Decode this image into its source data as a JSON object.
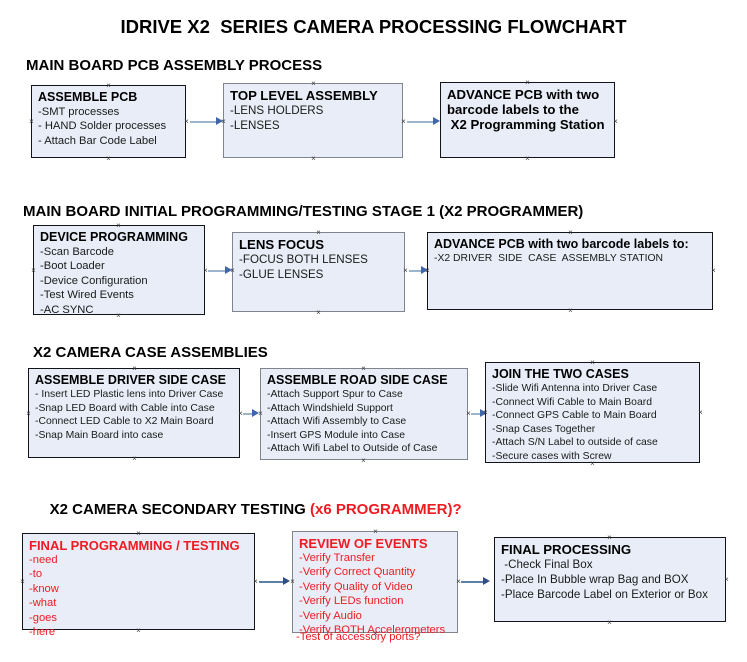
{
  "document": {
    "title": "IDRIVE X2  SERIES CAMERA PROCESSING FLOWCHART",
    "accent_color": "#ee1c22",
    "box_fill": "#e8edf7",
    "connector_color": "#9cb4cc"
  },
  "sections": [
    {
      "heading": "MAIN BOARD PCB ASSEMBLY PROCESS",
      "heading_accent": ""
    },
    {
      "heading": "MAIN BOARD INITIAL PROGRAMMING/TESTING STAGE 1 (X2 PROGRAMMER)",
      "heading_accent": ""
    },
    {
      "heading": "X2 CAMERA CASE ASSEMBLIES",
      "heading_accent": ""
    },
    {
      "heading": "X2 CAMERA SECONDARY TESTING ",
      "heading_accent": "(x6 PROGRAMMER)?"
    }
  ],
  "boxes": [
    {
      "id": "assemble-pcb",
      "title": "ASSEMBLE PCB",
      "lines": [
        "-SMT processes",
        "- HAND Solder processes",
        "- Attach Bar Code Label"
      ]
    },
    {
      "id": "top-level-assembly",
      "title": "TOP LEVEL ASSEMBLY",
      "lines": [
        "-LENS HOLDERS",
        "-LENSES"
      ]
    },
    {
      "id": "advance-pcb-programming-station",
      "title": "ADVANCE PCB with two",
      "lines": [
        "barcode labels to the",
        " X2 Programming Station"
      ]
    },
    {
      "id": "device-programming",
      "title": "DEVICE PROGRAMMING",
      "lines": [
        "-Scan Barcode",
        "-Boot Loader",
        "-Device Configuration",
        "-Test Wired Events",
        "-AC SYNC"
      ]
    },
    {
      "id": "lens-focus",
      "title": "LENS FOCUS",
      "lines": [
        "-FOCUS BOTH LENSES",
        "-GLUE LENSES"
      ]
    },
    {
      "id": "advance-pcb-driver-side-station",
      "title": "ADVANCE PCB with two barcode labels to:",
      "lines": [
        "-X2 DRIVER  SIDE  CASE  ASSEMBLY STATION"
      ]
    },
    {
      "id": "assemble-driver-side-case",
      "title": "ASSEMBLE DRIVER SIDE CASE",
      "lines": [
        "- Insert LED Plastic lens into Driver Case",
        "-Snap LED Board with Cable into Case",
        "-Connect LED Cable to X2 Main Board",
        "-Snap Main Board into case"
      ]
    },
    {
      "id": "assemble-road-side-case",
      "title": "ASSEMBLE ROAD SIDE CASE",
      "lines": [
        "-Attach Support Spur to Case",
        "-Attach Windshield Support",
        "-Attach Wifi Assembly to Case",
        "-Insert GPS Module into Case",
        "-Attach Wifi Label to Outside of Case"
      ]
    },
    {
      "id": "join-the-two-cases",
      "title": "JOIN THE TWO CASES",
      "lines": [
        "-Slide Wifi Antenna into Driver Case",
        "-Connect Wifi Cable to Main Board",
        "-Connect GPS Cable to Main Board",
        "-Snap Cases Together",
        "-Attach S/N Label to outside of case",
        "-Secure cases with Screw"
      ]
    },
    {
      "id": "final-programming-testing",
      "title": "FINAL PROGRAMMING / TESTING",
      "lines": [
        "-need",
        "-to",
        "-know",
        "-what",
        "-goes",
        "-here"
      ]
    },
    {
      "id": "review-of-events",
      "title": "REVIEW OF EVENTS",
      "lines": [
        "-Verify Transfer",
        "-Verify Correct Quantity",
        "-Verify Quality of Video",
        "-Verify LEDs function",
        "-Verify Audio",
        "-Verify BOTH Accelerometers"
      ],
      "overflow_line": "-Test of accessory ports?"
    },
    {
      "id": "final-processing",
      "title": "FINAL PROCESSING",
      "lines": [
        " -Check Final Box",
        "-Place In Bubble wrap Bag and BOX",
        "-Place Barcode Label on Exterior or Box"
      ]
    }
  ]
}
